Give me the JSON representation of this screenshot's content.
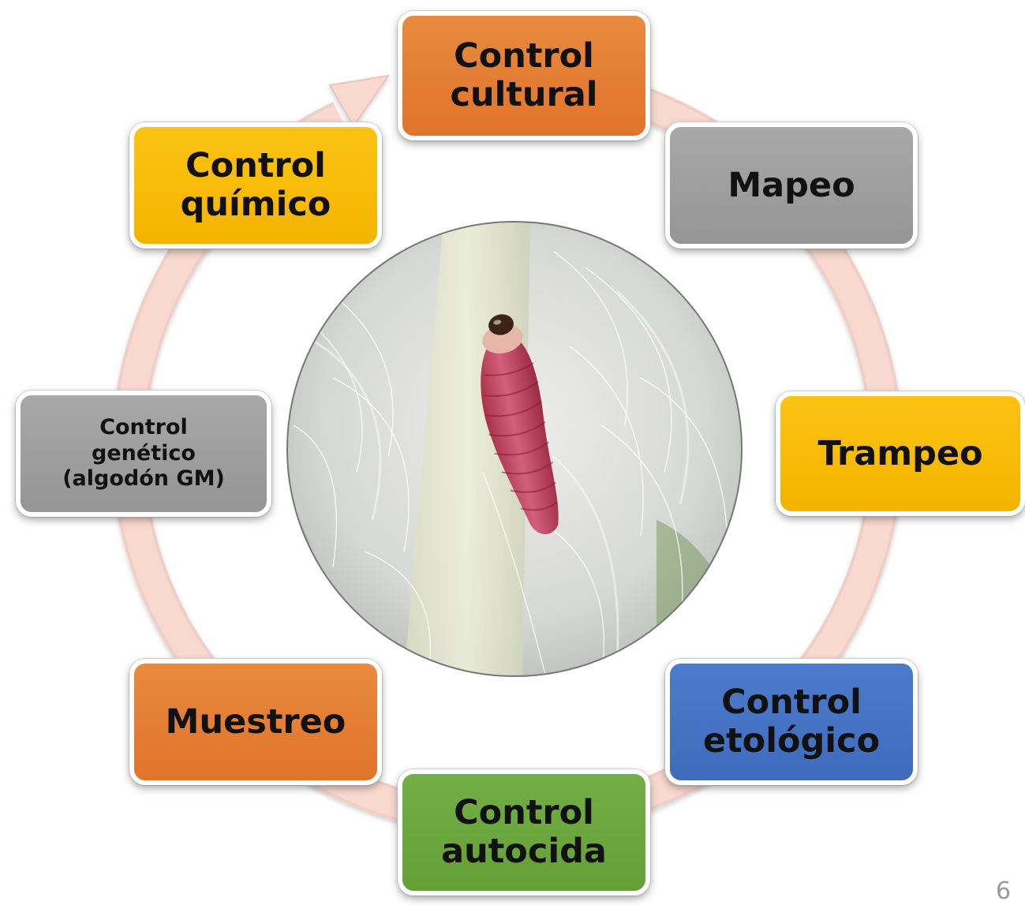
{
  "nodes": {
    "cultural": {
      "lines": [
        "Control",
        "cultural"
      ],
      "color": "#e07a30"
    },
    "mapeo": {
      "lines": [
        "Mapeo"
      ],
      "color": "#9e9e9e"
    },
    "trampeo": {
      "lines": [
        "Trampeo"
      ],
      "color": "#f6bc00"
    },
    "etologico": {
      "lines": [
        "Control",
        "etológico"
      ],
      "color": "#4472c4"
    },
    "autocida": {
      "lines": [
        "Control",
        "autocida"
      ],
      "color": "#6aa43c"
    },
    "muestreo": {
      "lines": [
        "Muestreo"
      ],
      "color": "#e07a30"
    },
    "genetico": {
      "lines": [
        "Control",
        "genético",
        "(algodón GM)"
      ],
      "color": "#9e9e9e"
    },
    "quimico": {
      "lines": [
        "Control",
        "químico"
      ],
      "color": "#f6bc00"
    }
  },
  "cycle_color": "#f8d3c8",
  "center_image": "photo of a pink caterpillar larva on white cotton fibers",
  "page_number": "6"
}
